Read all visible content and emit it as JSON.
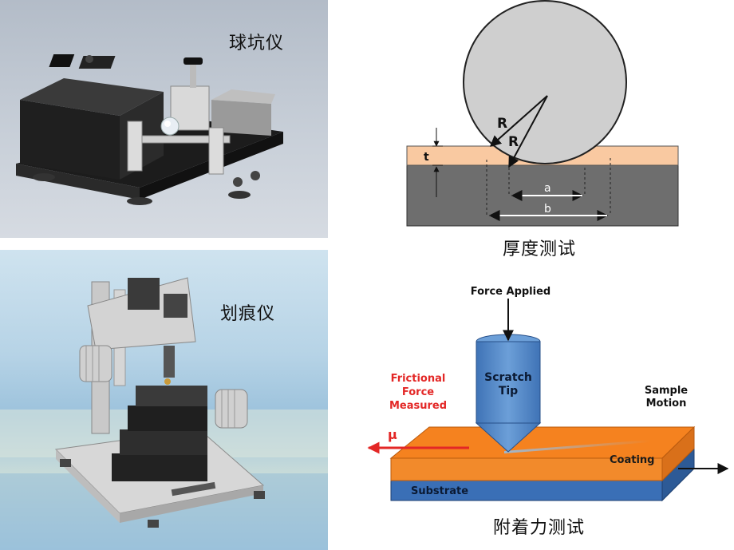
{
  "panels": {
    "ball_crater": {
      "label": "球坑仪"
    },
    "thickness": {
      "caption": "厚度测试",
      "labels": {
        "r1": "R",
        "r2": "R",
        "t": "t",
        "a": "a",
        "b": "b"
      },
      "colors": {
        "ball": "#cfcfcf",
        "coating": "#f9c9a1",
        "substrate": "#6e6e6e"
      }
    },
    "scratch_tester": {
      "label": "划痕仪"
    },
    "adhesion": {
      "caption": "附着力测试",
      "labels": {
        "force_applied": "Force Applied",
        "scratch_tip_line1": "Scratch",
        "scratch_tip_line2": "Tip",
        "frictional_line1": "Frictional",
        "frictional_line2": "Force",
        "frictional_line3": "Measured",
        "mu": "μ",
        "sample_motion_line1": "Sample",
        "sample_motion_line2": "Motion",
        "coating": "Coating",
        "substrate": "Substrate"
      },
      "colors": {
        "coating": "#f5821f",
        "substrate": "#3a6fb6",
        "tip": "#4f86c6",
        "friction": "#e32726"
      }
    }
  }
}
